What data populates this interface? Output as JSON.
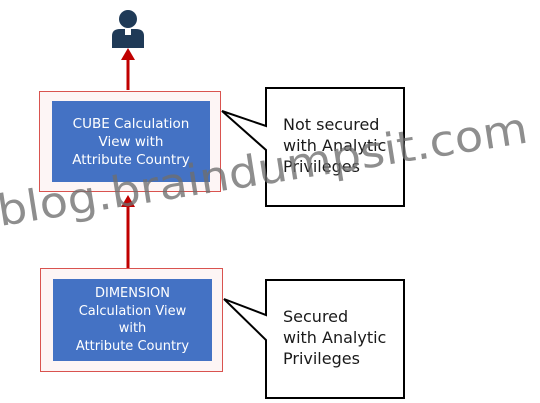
{
  "diagram": {
    "top_node": {
      "lines": [
        "CUBE Calculation",
        "View with",
        "Attribute Country"
      ]
    },
    "bottom_node": {
      "lines": [
        "DIMENSION",
        "Calculation View",
        "with",
        "Attribute Country"
      ]
    },
    "top_callout": {
      "lines": [
        "Not secured",
        "with Analytic",
        "Privileges"
      ]
    },
    "bottom_callout": {
      "lines": [
        "Secured",
        "with Analytic",
        "Privileges"
      ]
    },
    "user_icon": "user-icon",
    "watermark": "blog.braindumpsit.com"
  },
  "colors": {
    "node_fill": "#4472c4",
    "node_border": "#d9534f",
    "arrow": "#c00000",
    "user": "#1f3a57",
    "watermark": "#6e6e6e"
  }
}
